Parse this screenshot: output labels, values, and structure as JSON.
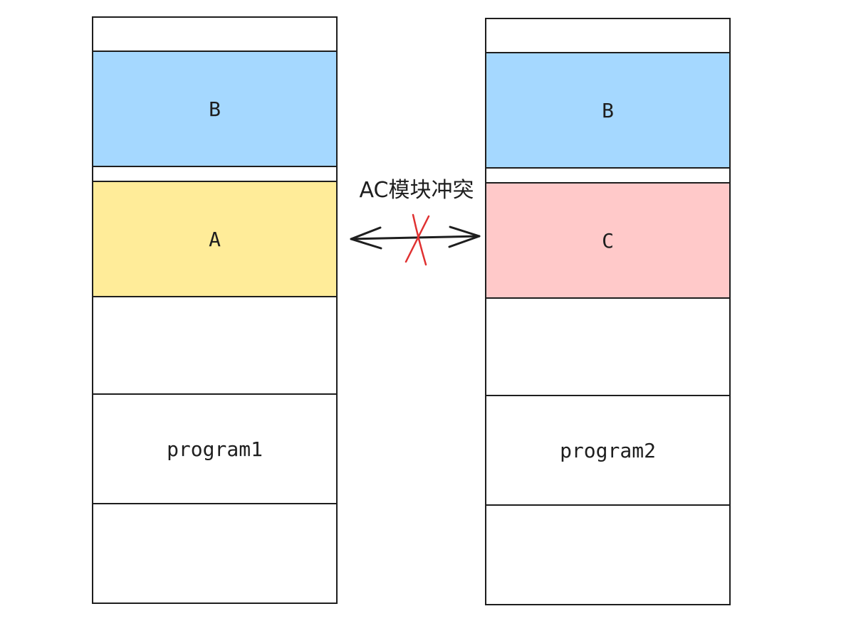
{
  "colors": {
    "stroke": "#1e1e1e",
    "module_b": "#a5d8ff",
    "module_a": "#ffec99",
    "module_c": "#ffc9c9",
    "cross": "#e03131",
    "empty": "#ffffff"
  },
  "left_stack": {
    "module_b_label": "B",
    "module_a_label": "A",
    "program_label": "program1"
  },
  "right_stack": {
    "module_b_label": "B",
    "module_c_label": "C",
    "program_label": "program2"
  },
  "conflict": {
    "label": "AC模块冲突"
  }
}
